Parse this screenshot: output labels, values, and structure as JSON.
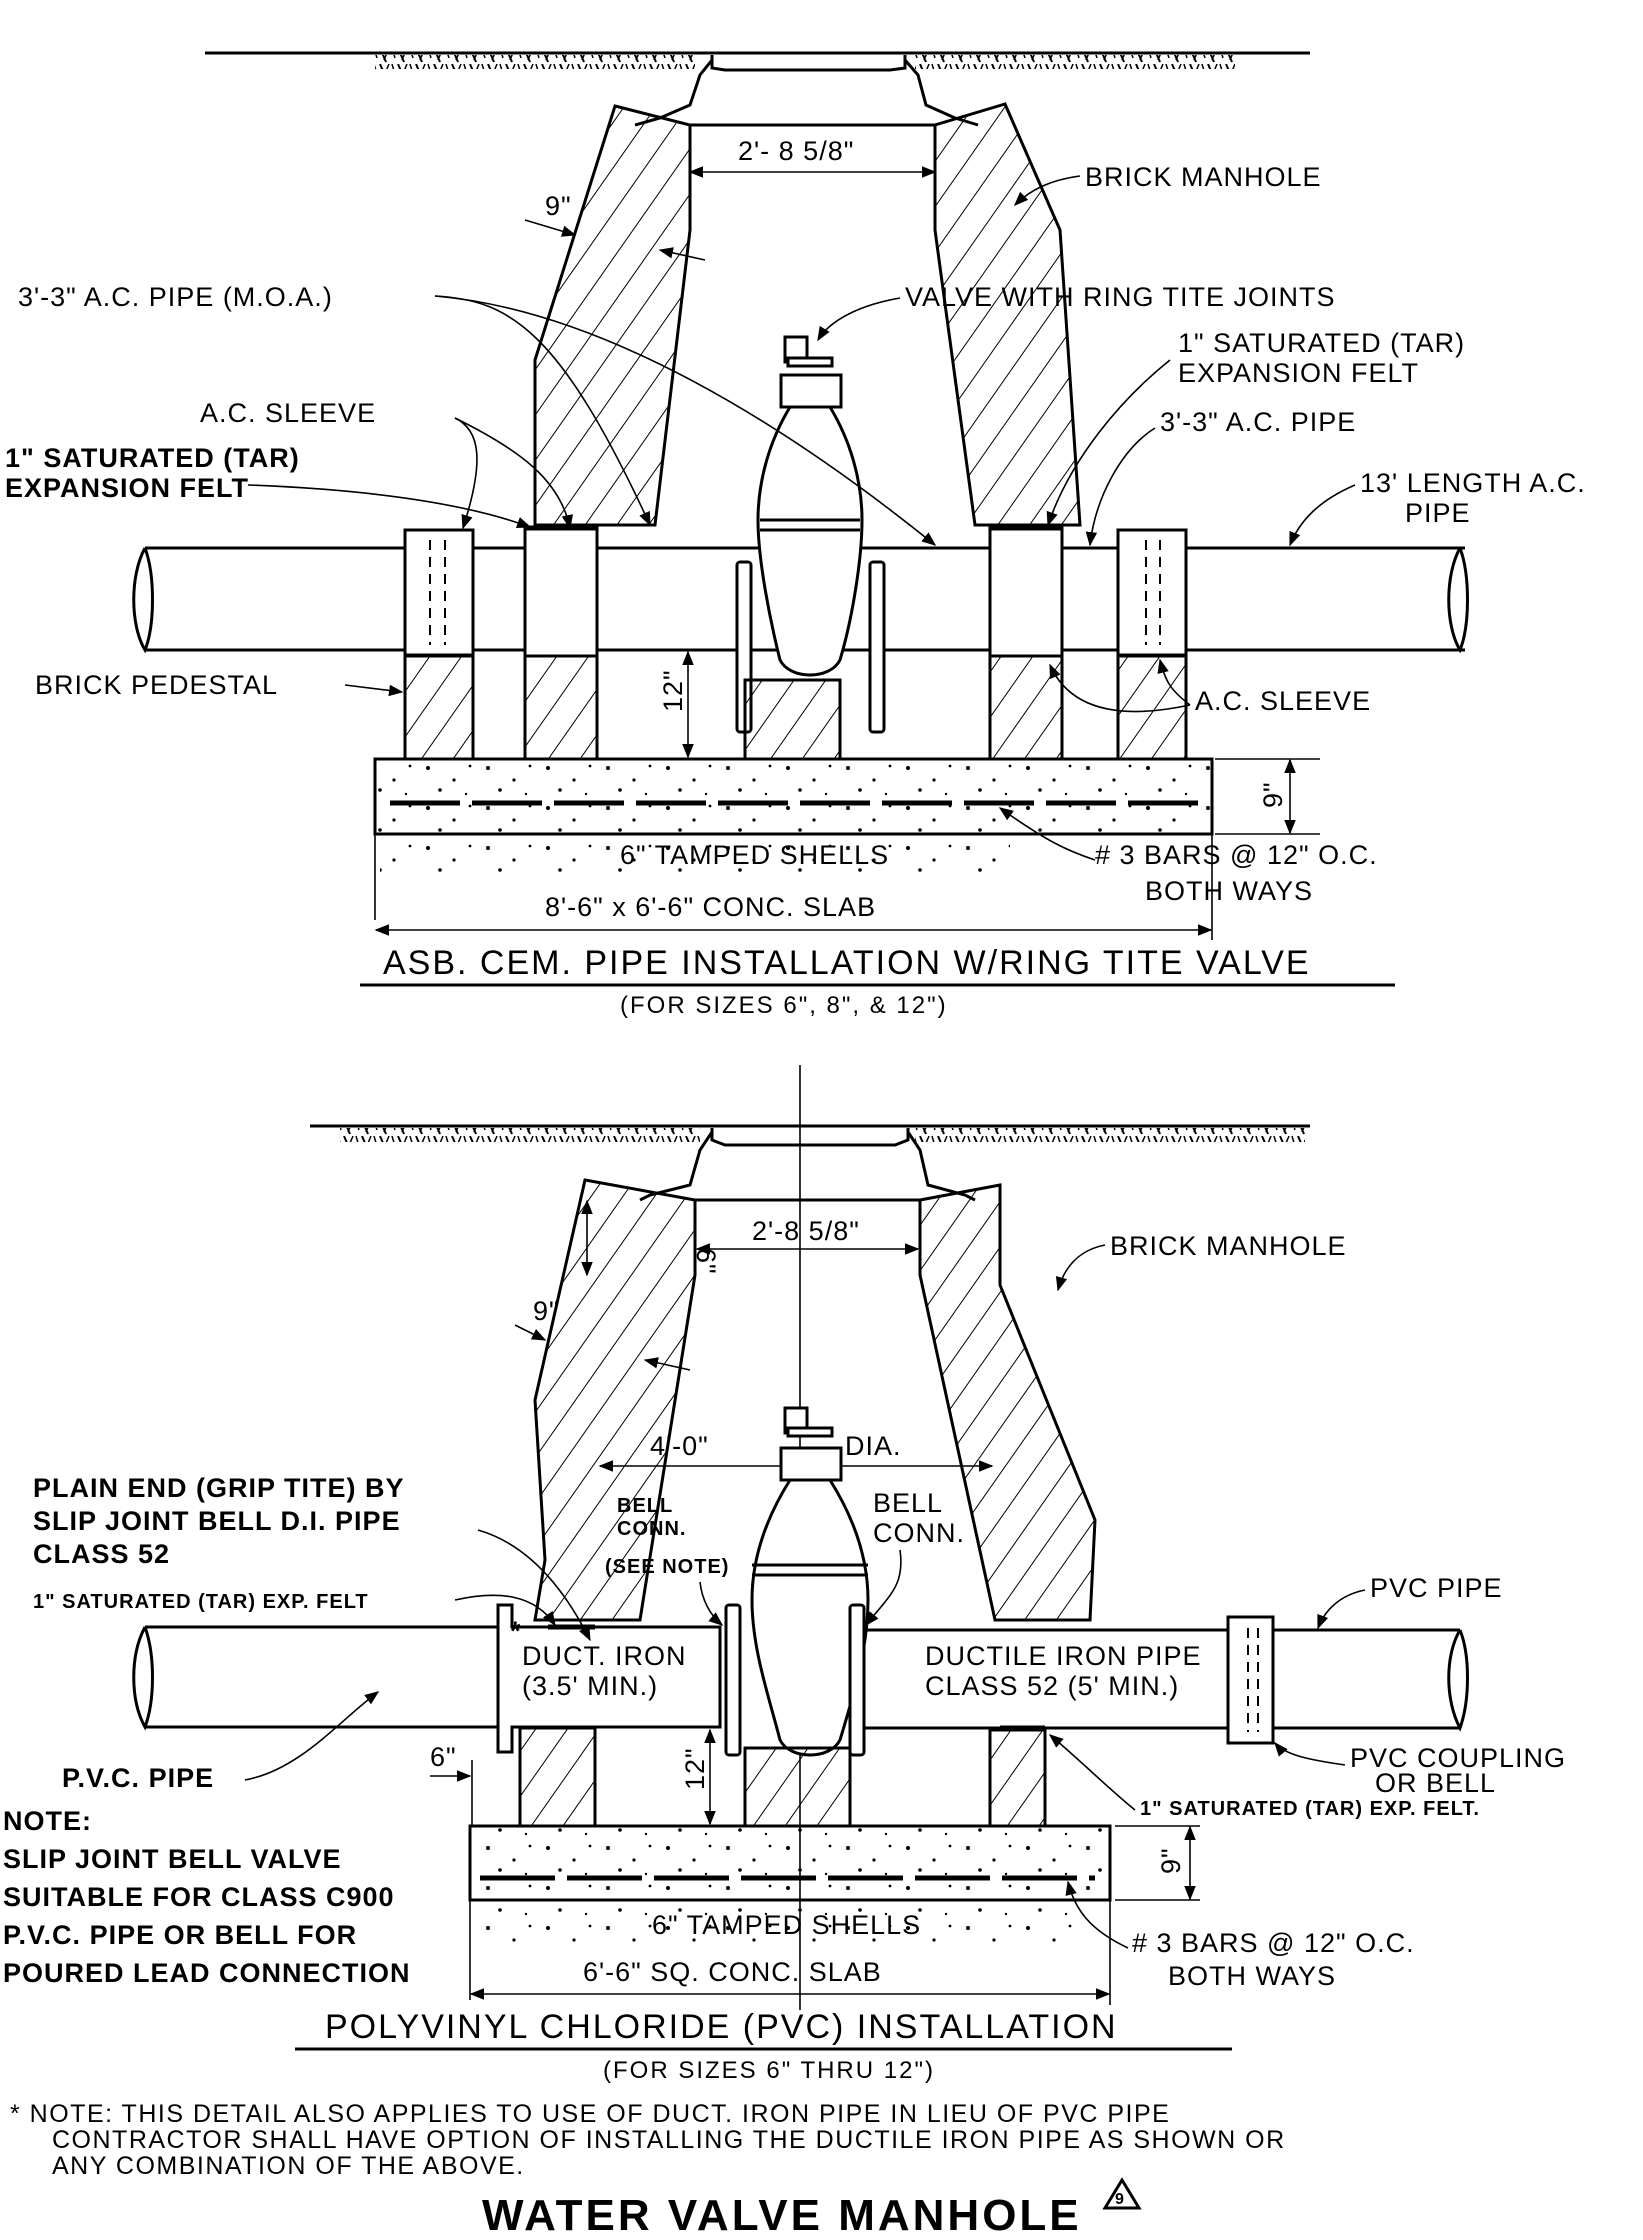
{
  "drawing_title": "WATER VALVE MANHOLE",
  "revision_mark": "9",
  "top_detail": {
    "title": "ASB. CEM. PIPE INSTALLATION W/RING TITE VALVE",
    "subtitle": "(FOR SIZES 6\", 8\", & 12\")",
    "labels": {
      "opening_dim": "2'- 8 5/8\"",
      "wall_thickness": "9\"",
      "brick_manhole": "BRICK MANHOLE",
      "ac_pipe_moa": "3'-3\" A.C. PIPE (M.O.A.)",
      "valve": "VALVE WITH RING TITE JOINTS",
      "felt_right_1": "1\" SATURATED (TAR)",
      "felt_right_2": "EXPANSION FELT",
      "ac_sleeve_left": "A.C. SLEEVE",
      "felt_left_1": "1\" SATURATED (TAR)",
      "felt_left_2": "EXPANSION FELT",
      "ac_pipe_right": "3'-3\" A.C. PIPE",
      "length_pipe_1": "13' LENGTH A.C.",
      "length_pipe_2": "PIPE",
      "brick_pedestal": "BRICK PEDESTAL",
      "ac_sleeve_right": "A.C. SLEEVE",
      "pedestal_height": "12\"",
      "slab_thickness": "9\"",
      "tamped_shells": "6\" TAMPED SHELLS",
      "bars_1": "# 3 BARS @ 12\" O.C.",
      "bars_2": "BOTH WAYS",
      "slab_size": "8'-6\" x 6'-6\" CONC. SLAB"
    }
  },
  "bottom_detail": {
    "title": "POLYVINYL CHLORIDE (PVC) INSTALLATION",
    "subtitle": "(FOR SIZES 6\" THRU 12\")",
    "labels": {
      "opening_dim": "2'-8 5/8\"",
      "opening_depth": "6\"",
      "wall_thickness": "9\"",
      "brick_manhole": "BRICK MANHOLE",
      "diameter_value": "4'-0\"",
      "diameter_suffix": "DIA.",
      "plain_end_1": "PLAIN END (GRIP TITE) BY",
      "plain_end_2": "SLIP JOINT BELL D.I. PIPE",
      "plain_end_3": "CLASS 52",
      "bell_conn_left_1": "BELL",
      "bell_conn_left_2": "CONN.",
      "see_note": "(SEE NOTE)",
      "bell_conn_right_1": "BELL",
      "bell_conn_right_2": "CONN.",
      "felt_left": "1\" SATURATED (TAR) EXP. FELT",
      "pvc_pipe_right": "PVC PIPE",
      "duct_iron_1": "DUCT. IRON",
      "duct_iron_2": "(3.5' MIN.)",
      "di_pipe_1": "DUCTILE IRON PIPE",
      "di_pipe_2": "CLASS 52  (5' MIN.)",
      "pvc_pipe_left": "P.V.C. PIPE",
      "pvc_coupling_1": "PVC COUPLING",
      "pvc_coupling_2": "OR BELL",
      "offset": "6\"",
      "pedestal_height": "12\"",
      "felt_right": "1\" SATURATED (TAR) EXP. FELT.",
      "slab_thickness": "9\"",
      "tamped_shells": "6\" TAMPED SHELLS",
      "bars_1": "# 3 BARS @ 12\" O.C.",
      "bars_2": "BOTH WAYS",
      "slab_size": "6'-6\" SQ. CONC. SLAB",
      "asterisk": "*"
    },
    "side_note": [
      "NOTE:",
      "SLIP JOINT BELL VALVE",
      "SUITABLE FOR CLASS C900",
      "P.V.C. PIPE OR BELL FOR",
      "POURED LEAD CONNECTION"
    ]
  },
  "general_note": [
    "* NOTE: THIS DETAIL ALSO APPLIES TO USE OF DUCT. IRON PIPE IN LIEU OF PVC PIPE",
    "CONTRACTOR SHALL HAVE OPTION OF INSTALLING THE DUCTILE IRON PIPE AS SHOWN OR",
    "ANY COMBINATION OF THE ABOVE."
  ]
}
